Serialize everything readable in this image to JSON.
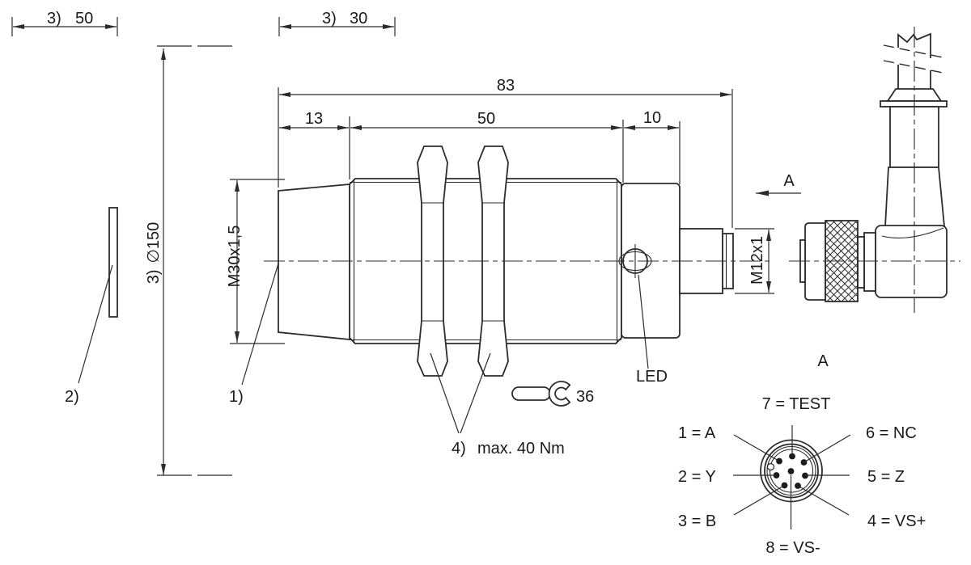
{
  "annotations": {
    "ref_1": "1)",
    "ref_2": "2)",
    "ref_3": "3)",
    "ref_4": "4)",
    "torque_note": "max. 40 Nm",
    "wrench_size": "36",
    "led_label": "LED",
    "view_arrow_label": "A"
  },
  "dimensions": {
    "mounting_clearance": "50",
    "rated_operating_distance": "30",
    "overall_length": "83",
    "head_length": "13",
    "thread_length": "50",
    "rear_length": "10",
    "target_plate_diameter": "∅150",
    "housing_thread": "M30x1,5",
    "connector_thread": "M12x1"
  },
  "pinout": {
    "view_title": "A",
    "pin_labels": [
      "7 = TEST",
      "1 = A",
      "6 = NC",
      "2 = Y",
      "5 = Z",
      "3 = B",
      "4 = VS+",
      "8 = VS-"
    ]
  }
}
